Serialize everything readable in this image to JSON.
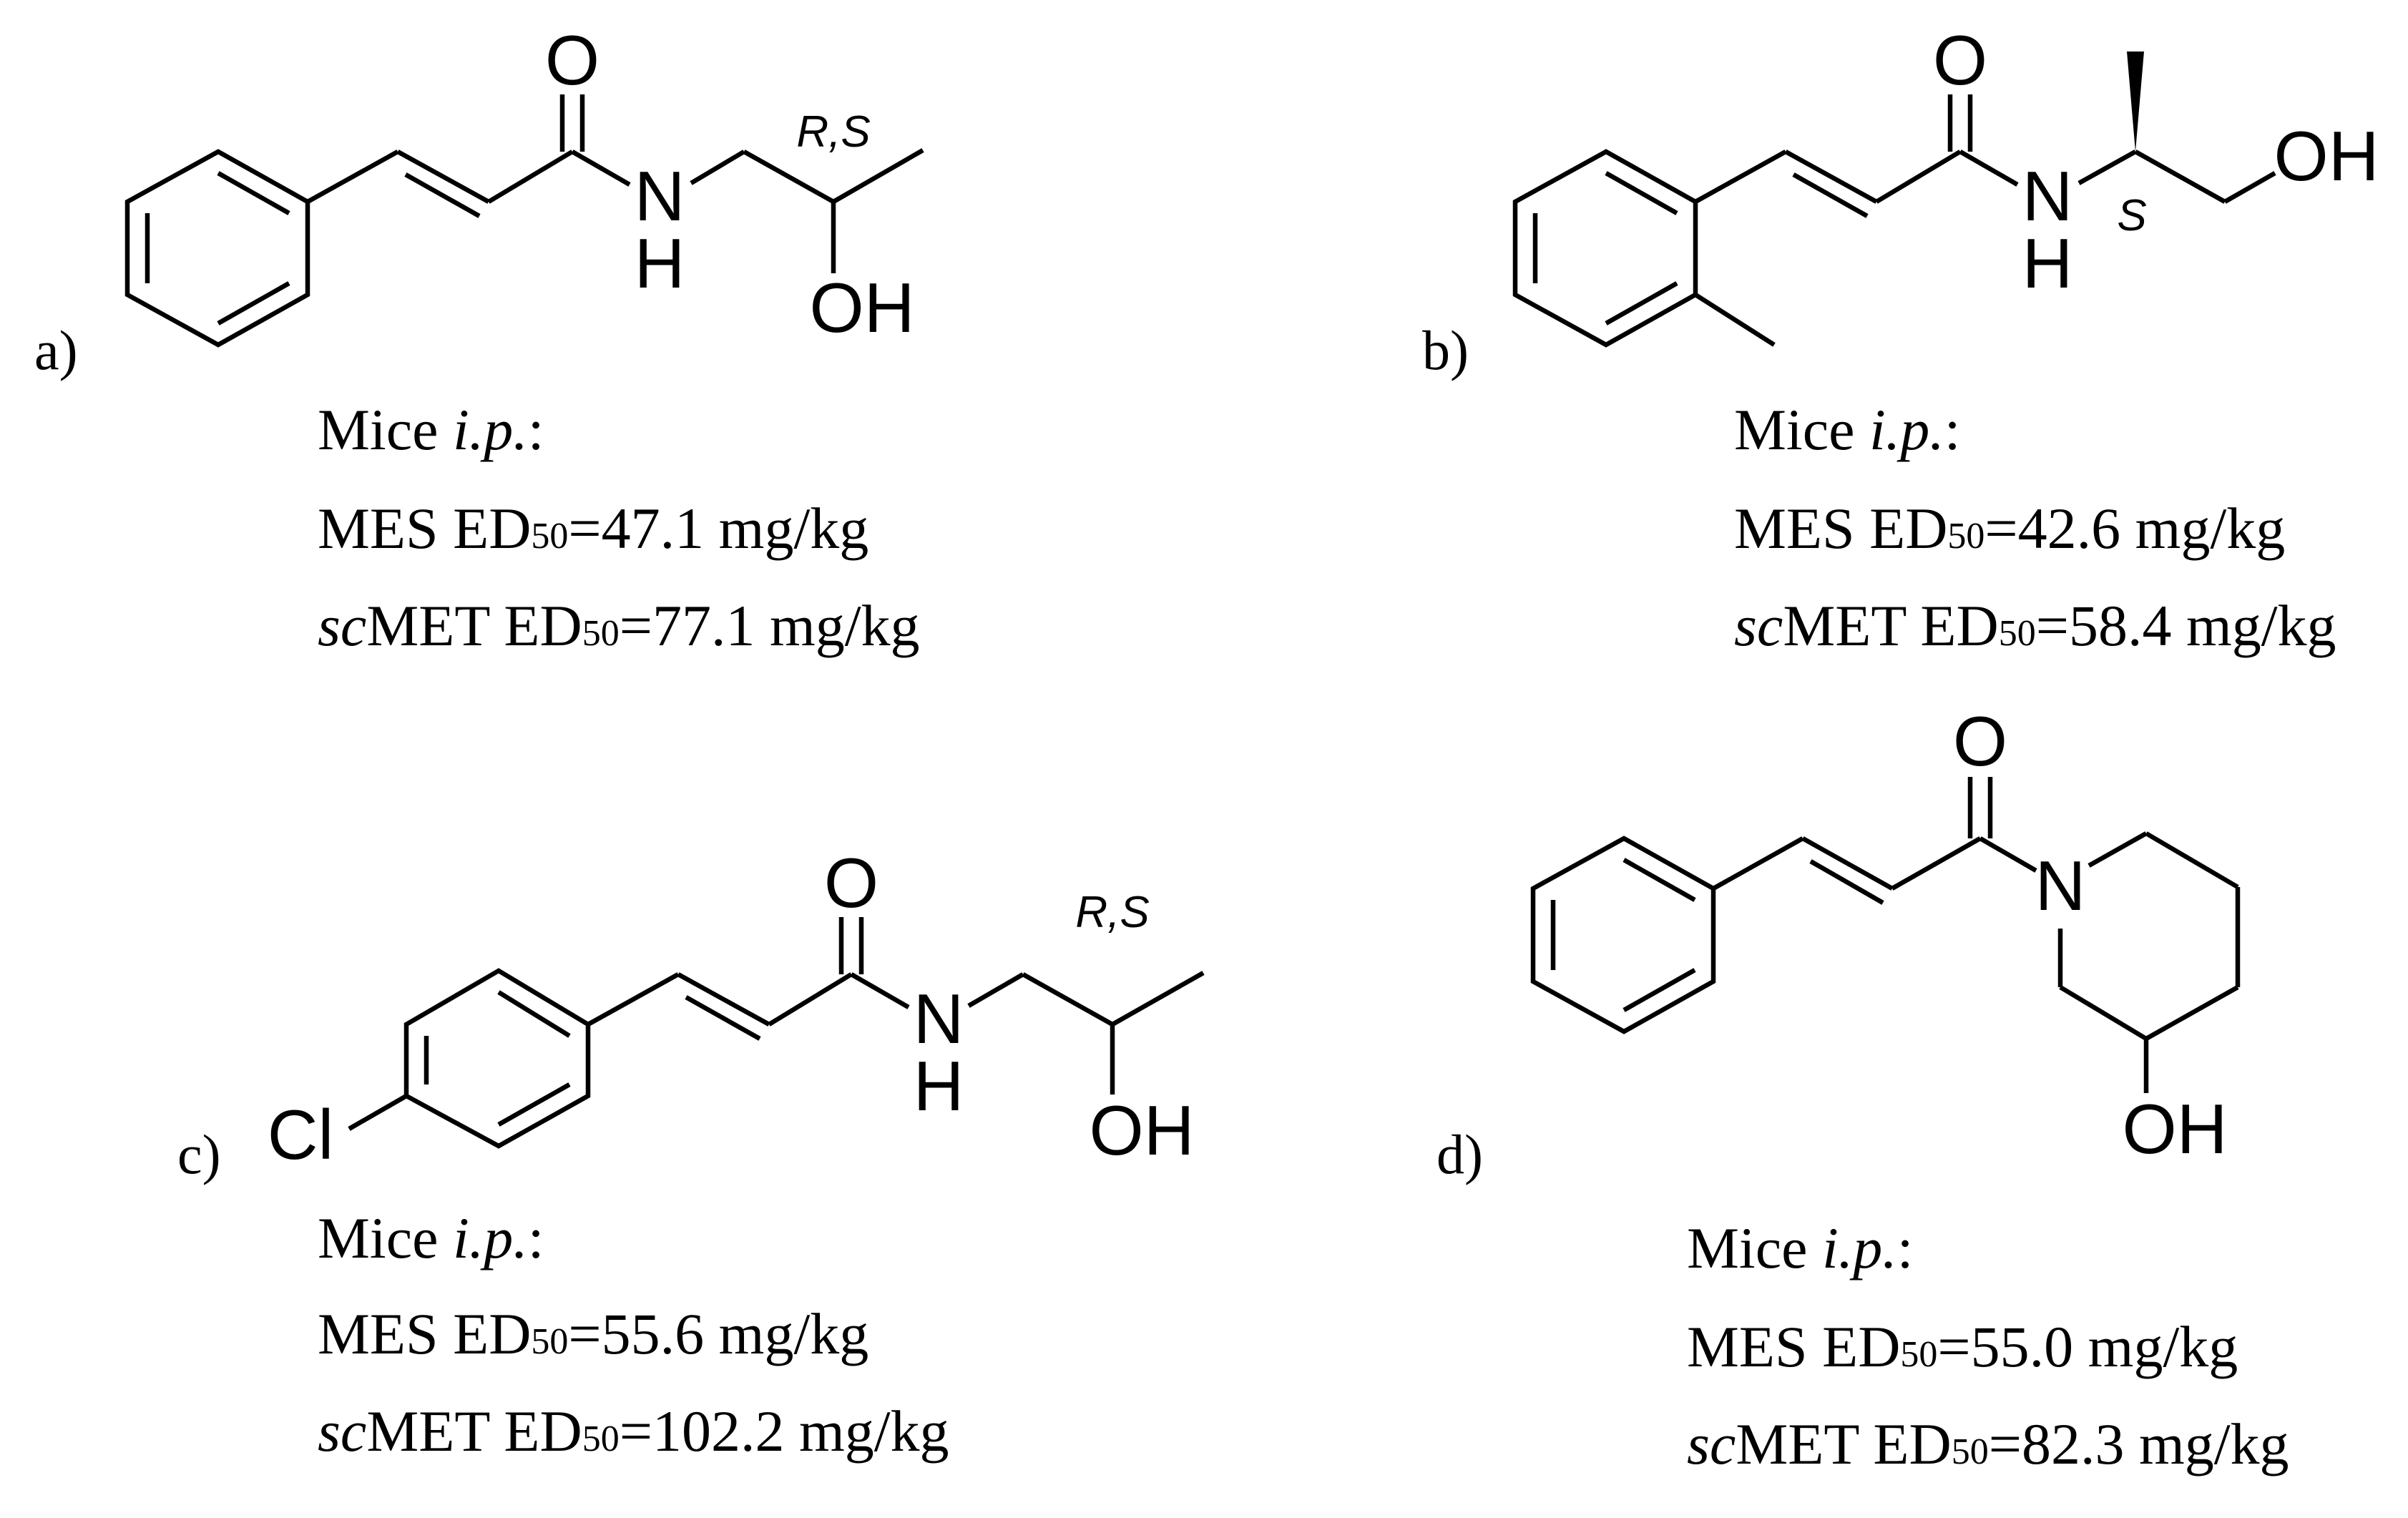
{
  "panels": [
    {
      "id": "a",
      "label": "a)",
      "atoms": {
        "O": "O",
        "NH_N": "N",
        "NH_H": "H",
        "OH": "OH"
      },
      "stereo": "R,S",
      "caption": {
        "line1_prefix": "Mice ",
        "line1_italic": "i.p.",
        "line1_suffix": ":",
        "mes_label": "MES ED",
        "mes_sub": "50",
        "mes_value": "=47.1 mg/kg",
        "met_italic": "sc",
        "met_label": "MET ED",
        "met_sub": "50",
        "met_value": "=77.1 mg/kg"
      }
    },
    {
      "id": "b",
      "label": "b)",
      "atoms": {
        "O": "O",
        "NH_N": "N",
        "NH_H": "H",
        "OH": "OH"
      },
      "stereo": "S",
      "caption": {
        "line1_prefix": "Mice ",
        "line1_italic": "i.p.",
        "line1_suffix": ":",
        "mes_label": "MES ED",
        "mes_sub": "50",
        "mes_value": "=42.6 mg/kg",
        "met_italic": "sc",
        "met_label": "MET ED",
        "met_sub": "50",
        "met_value": "=58.4 mg/kg"
      }
    },
    {
      "id": "c",
      "label": "c)",
      "atoms": {
        "O": "O",
        "NH_N": "N",
        "NH_H": "H",
        "OH": "OH",
        "Cl": "Cl"
      },
      "stereo": "R,S",
      "caption": {
        "line1_prefix": "Mice ",
        "line1_italic": "i.p.",
        "line1_suffix": ":",
        "mes_label": "MES ED",
        "mes_sub": "50",
        "mes_value": "=55.6 mg/kg",
        "met_italic": "sc",
        "met_label": "MET ED",
        "met_sub": "50",
        "met_value": "=102.2 mg/kg"
      }
    },
    {
      "id": "d",
      "label": "d)",
      "atoms": {
        "O": "O",
        "N": "N",
        "OH": "OH"
      },
      "caption": {
        "line1_prefix": "Mice ",
        "line1_italic": "i.p.",
        "line1_suffix": ":",
        "mes_label": "MES ED",
        "mes_sub": "50",
        "mes_value": "=55.0 mg/kg",
        "met_italic": "sc",
        "met_label": "MET ED",
        "met_sub": "50",
        "met_value": "=82.3 mg/kg"
      }
    }
  ]
}
